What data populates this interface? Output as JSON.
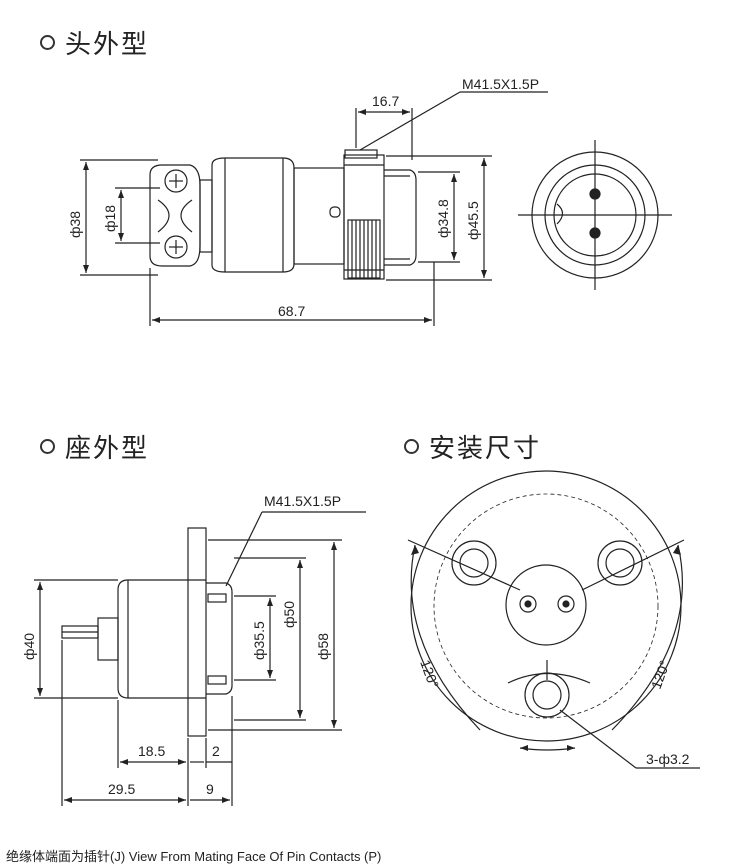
{
  "sections": {
    "plug_outline": "头外型",
    "socket_outline": "座外型",
    "mounting": "安装尺寸"
  },
  "plug_dims": {
    "thread": "M41.5X1.5P",
    "d38": "ф38",
    "d18": "ф18",
    "d34_8": "ф34.8",
    "d45_5": "ф45.5",
    "len_16_7": "16.7",
    "len_68_7": "68.7"
  },
  "socket_dims": {
    "thread": "M41.5X1.5P",
    "d40": "ф40",
    "d35_5": "ф35.5",
    "d50": "ф50",
    "d58": "ф58",
    "len_18_5": "18.5",
    "len_2": "2",
    "len_29_5": "29.5",
    "len_9": "9"
  },
  "mounting_dims": {
    "angle_left": "120°",
    "angle_right": "120°",
    "holes": "3-ф3.2"
  },
  "footer": "绝缘体端面为插针(J) View From Mating Face Of Pin Contacts (P)",
  "colors": {
    "line": "#222222",
    "background": "#ffffff"
  }
}
